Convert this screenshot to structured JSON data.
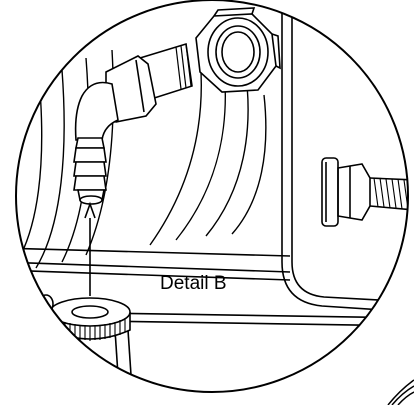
{
  "figure": {
    "caption": "Detail B",
    "colors": {
      "line": "#000000",
      "paper": "#ffffff"
    },
    "parts": [
      "barbed-hose-elbow",
      "threaded-coupling-nut",
      "flange-bolt",
      "knurled-cap"
    ]
  }
}
